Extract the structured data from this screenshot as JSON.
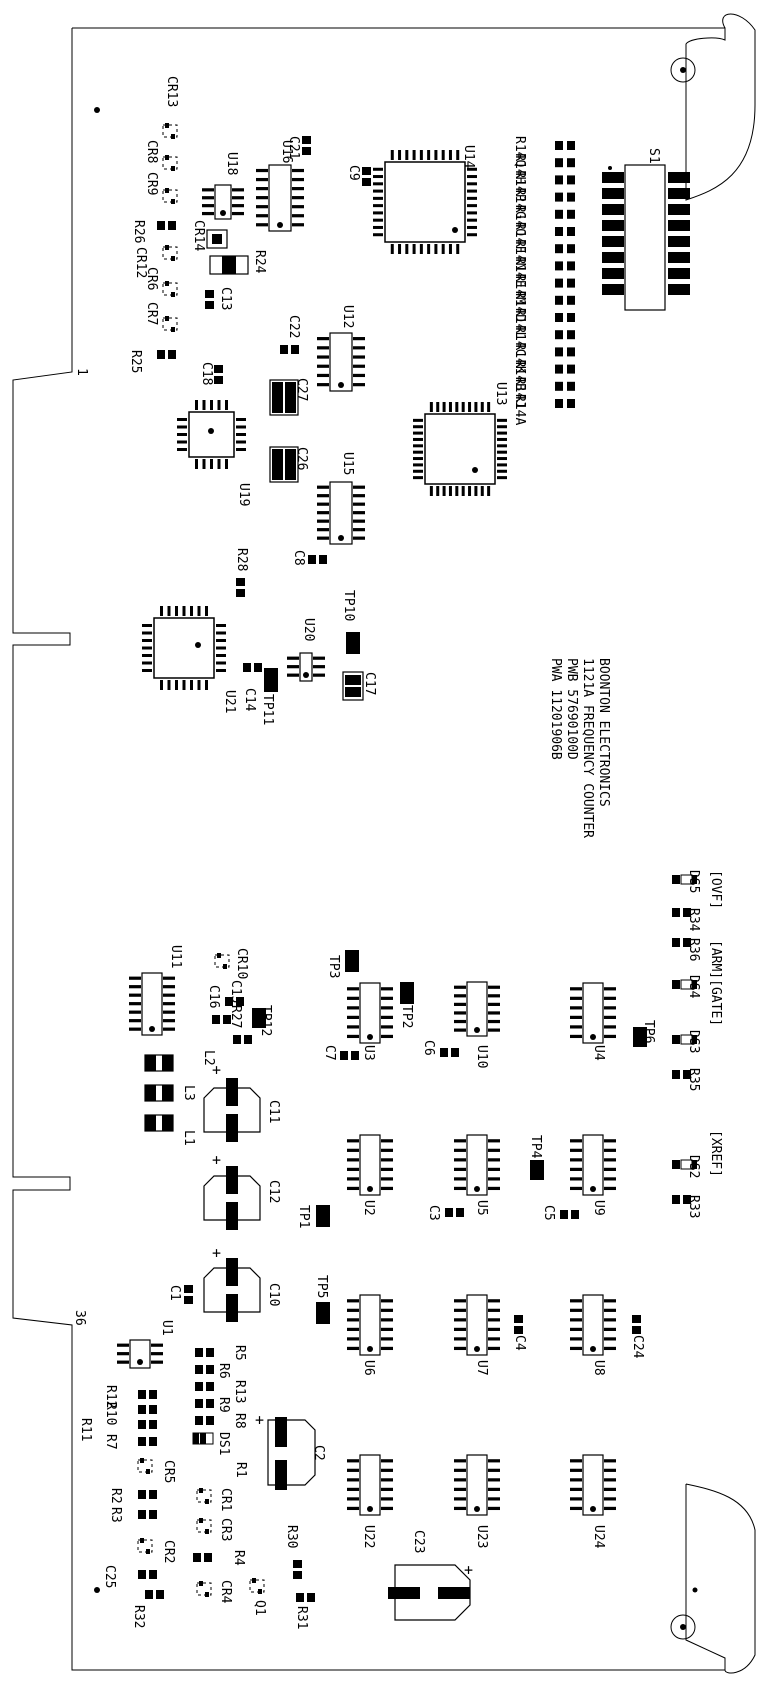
{
  "board": {
    "notes": [
      "BOONTON ELECTRONICS",
      "1121A FREQUENCY COUNTER",
      "PWB 57690100D",
      "PWA 11201906B"
    ],
    "edge_pins": {
      "first": "1",
      "last": "36"
    },
    "plus_sign": "+"
  },
  "annotations": {
    "ovf": "[OVF]",
    "arm_gate": "[ARM][GATE]",
    "xref": "[XREF]"
  },
  "labels": {
    "CR13": "CR13",
    "CR8": "CR8",
    "CR9": "CR9",
    "R26": "R26",
    "CR12": "CR12",
    "CR6": "CR6",
    "CR7": "CR7",
    "R25": "R25",
    "U18": "U18",
    "CR14": "CR14",
    "R24": "R24",
    "C13": "C13",
    "C18": "C18",
    "U16": "U16",
    "C21": "C21",
    "C9": "C9",
    "U14": "U14",
    "S1": "S1",
    "U12": "U12",
    "C22": "C22",
    "C27": "C27",
    "C26": "C26",
    "U13": "U13",
    "U19": "U19",
    "U15": "U15",
    "C8": "C8",
    "R28": "R28",
    "TP10": "TP10",
    "U20": "U20",
    "C17": "C17",
    "C14": "C14",
    "TP11": "TP11",
    "U21": "U21",
    "R14Q": "R14Q",
    "R14H": "R14H",
    "R14P": "R14P",
    "R14G": "R14G",
    "R14O": "R14O",
    "R14F": "R14F",
    "R14N": "R14N",
    "R14E": "R14E",
    "R14M": "R14M",
    "R14D": "R14D",
    "R14L": "R14L",
    "R14C": "R14C",
    "R14K": "R14K",
    "R14B": "R14B",
    "R14J": "R14J",
    "R14A": "R14A",
    "DS5": "DS5",
    "R34": "R34",
    "R36": "R36",
    "DS4": "DS4",
    "DS3": "DS3",
    "R35": "R35",
    "TP6": "TP6",
    "DS2": "DS2",
    "R33": "R33",
    "U11": "U11",
    "CR10": "CR10",
    "C15": "C15",
    "C16": "C16",
    "R27": "R27",
    "TP12": "TP12",
    "TP3": "TP3",
    "TP2": "TP2",
    "U3": "U3",
    "C7": "C7",
    "U10": "U10",
    "C6": "C6",
    "U4": "U4",
    "L2": "L2",
    "L3": "L3",
    "L1": "L1",
    "C11": "C11",
    "C12": "C12",
    "TP1": "TP1",
    "U2": "U2",
    "U5": "U5",
    "C3": "C3",
    "TP4": "TP4",
    "U9": "U9",
    "C5": "C5",
    "C1": "C1",
    "C10": "C10",
    "TP5": "TP5",
    "U6": "U6",
    "U7": "U7",
    "C4": "C4",
    "U8": "U8",
    "C24": "C24",
    "U1": "U1",
    "R5": "R5",
    "R6": "R6",
    "R13": "R13",
    "R9": "R9",
    "R8": "R8",
    "R12": "R12",
    "R10": "R10",
    "R11": "R11",
    "R7": "R7",
    "DS1": "DS1",
    "C2": "C2",
    "R1": "R1",
    "CR5": "CR5",
    "CR1": "CR1",
    "R2": "R2",
    "R3": "R3",
    "CR3": "CR3",
    "CR2": "CR2",
    "R4": "R4",
    "R30": "R30",
    "C25": "C25",
    "CR4": "CR4",
    "Q1": "Q1",
    "R31": "R31",
    "R32": "R32",
    "U22": "U22",
    "U23": "U23",
    "U24": "U24",
    "C23": "C23"
  }
}
